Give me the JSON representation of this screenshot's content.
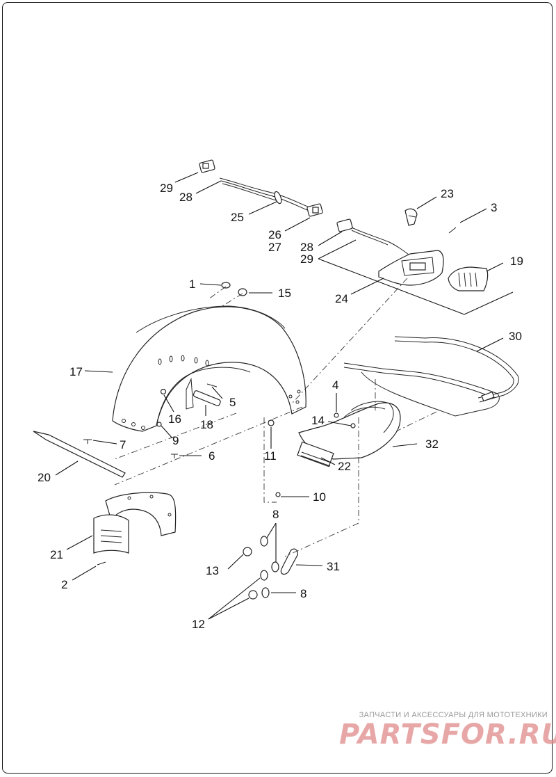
{
  "callouts": {
    "c1": "1",
    "c2": "2",
    "c3": "3",
    "c4": "4",
    "c5": "5",
    "c6": "6",
    "c7": "7",
    "c8a": "8",
    "c8b": "8",
    "c9": "9",
    "c10": "10",
    "c11": "11",
    "c12": "12",
    "c13": "13",
    "c14": "14",
    "c15": "15",
    "c16": "16",
    "c17": "17",
    "c18": "18",
    "c19": "19",
    "c20": "20",
    "c21": "21",
    "c22": "22",
    "c23": "23",
    "c24": "24",
    "c25": "25",
    "c26": "26",
    "c27": "27",
    "c28a": "28",
    "c28b": "28",
    "c29a": "29",
    "c29b": "29",
    "c30": "30",
    "c31": "31",
    "c32": "32"
  },
  "watermark": {
    "caption": "ЗАПЧАСТИ И АКСЕССУАРЫ ДЛЯ МОТОТЕХНИКИ",
    "brand": "PARTSFOR.RU"
  },
  "colors": {
    "line": "#222222",
    "watermark": "#e08a8a",
    "frame": "#1a1a1a"
  }
}
